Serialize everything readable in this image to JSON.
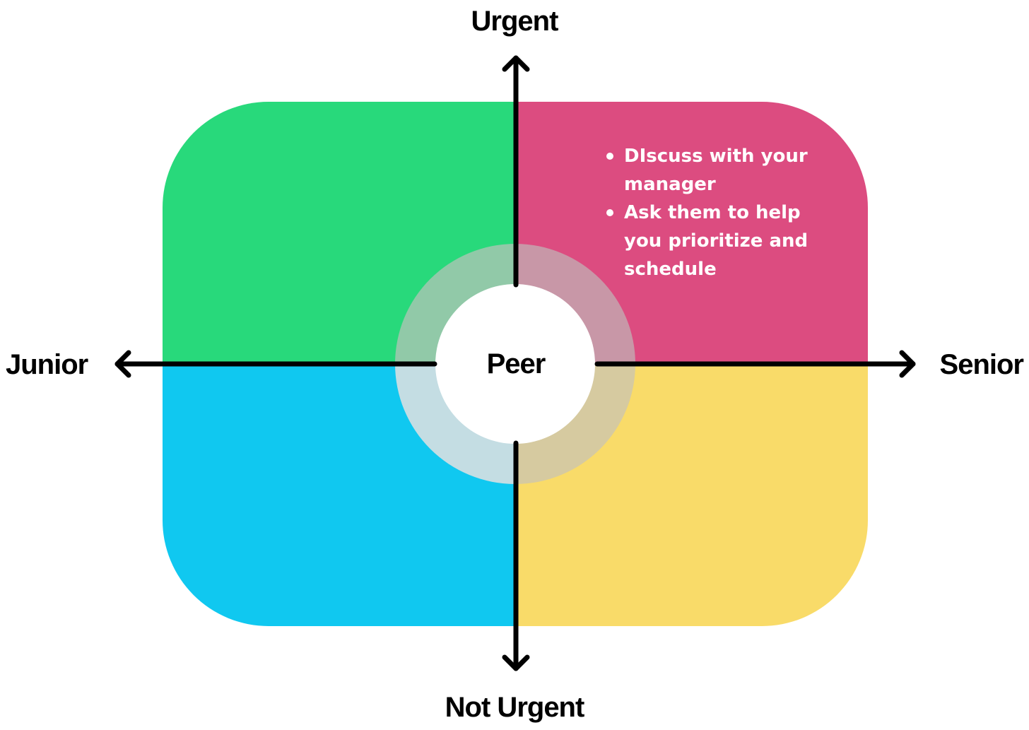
{
  "axes": {
    "top": "Urgent",
    "bottom": "Not Urgent",
    "left": "Junior",
    "right": "Senior"
  },
  "center": {
    "label": "Peer"
  },
  "quadrants": {
    "top_left": {
      "color": "#28d97b",
      "items": []
    },
    "top_right": {
      "color": "#dc4c80",
      "items": [
        "DIscuss with your manager",
        "Ask them to help you prioritize and schedule"
      ]
    },
    "bottom_left": {
      "color": "#10c8f0",
      "items": []
    },
    "bottom_right": {
      "color": "#f9db69",
      "items": []
    }
  },
  "ring_colors": {
    "top_left": "#91c9a8",
    "top_right": "#c897a7",
    "bottom_left": "#c4dde3",
    "bottom_right": "#d6caa0"
  }
}
